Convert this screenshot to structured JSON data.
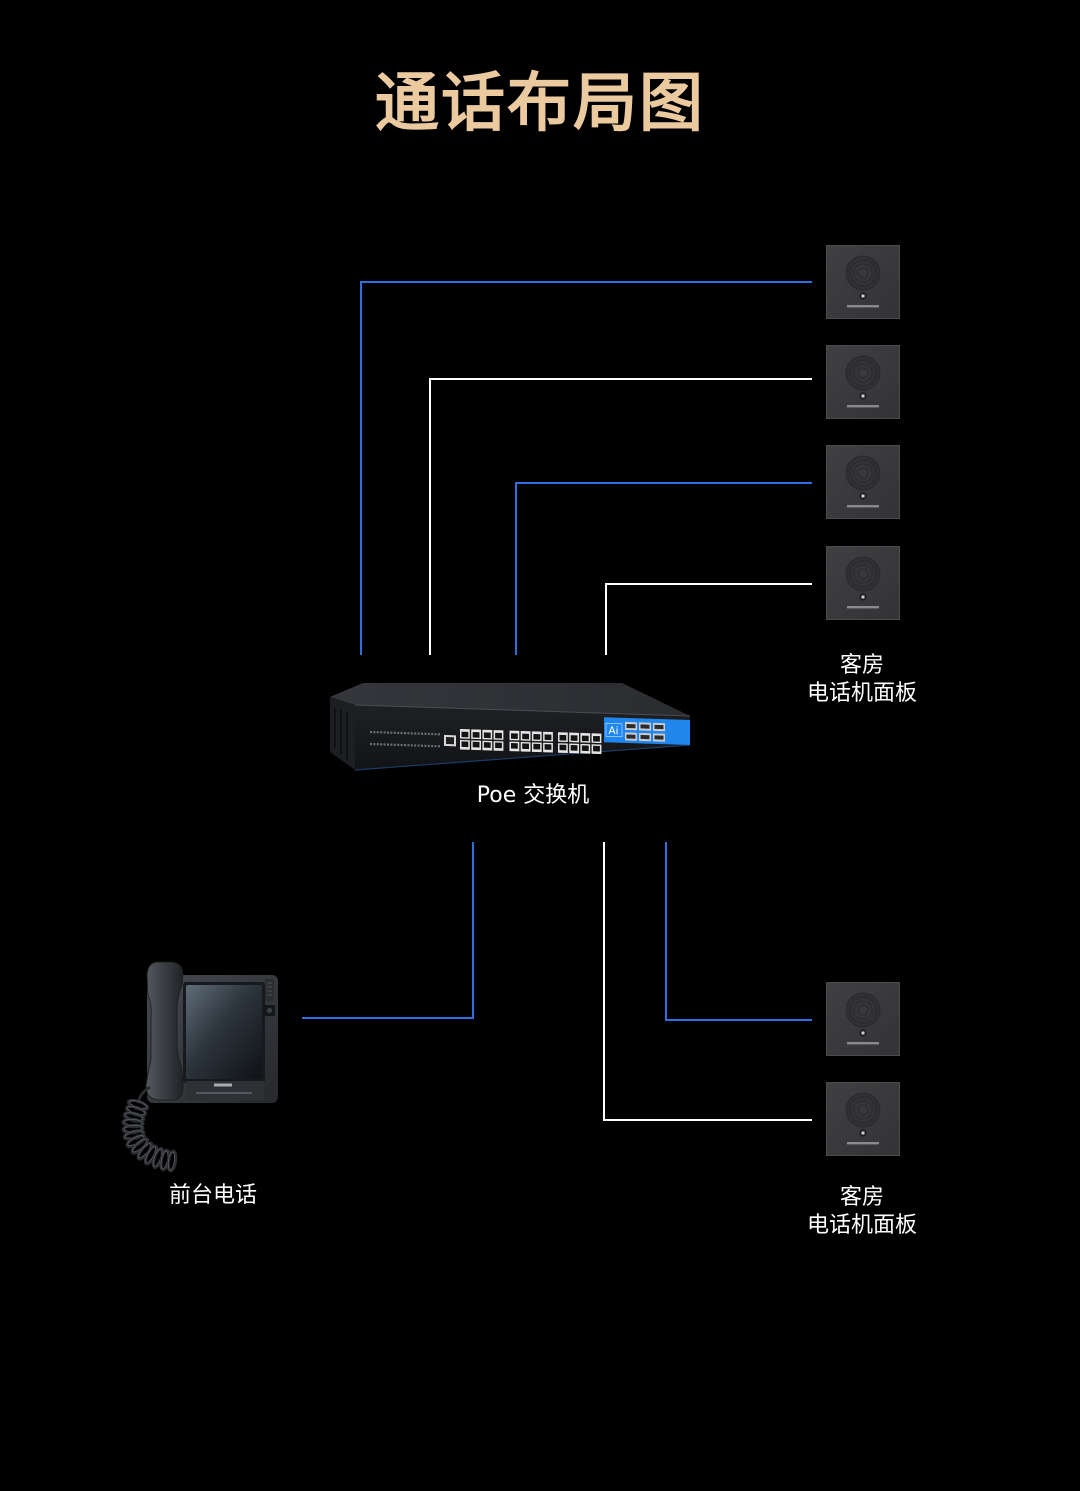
{
  "title": "通话布局图",
  "colors": {
    "background": "#000000",
    "title": "#ebcaa0",
    "line_blue": "#2f6fe0",
    "line_white": "#ffffff",
    "label": "#ffffff",
    "switch_badge": "#1f86ee"
  },
  "switch": {
    "label": "Poe 交换机",
    "badge": "Ai"
  },
  "room_groups": [
    {
      "label_line1": "客房",
      "label_line2": "电话机面板"
    },
    {
      "label_line1": "客房",
      "label_line2": "电话机面板"
    }
  ],
  "front_desk": {
    "label": "前台电话"
  },
  "icons": {
    "room_panel": "speaker-grille-icon",
    "switch": "network-switch-icon",
    "front_desk": "desk-phone-icon"
  }
}
